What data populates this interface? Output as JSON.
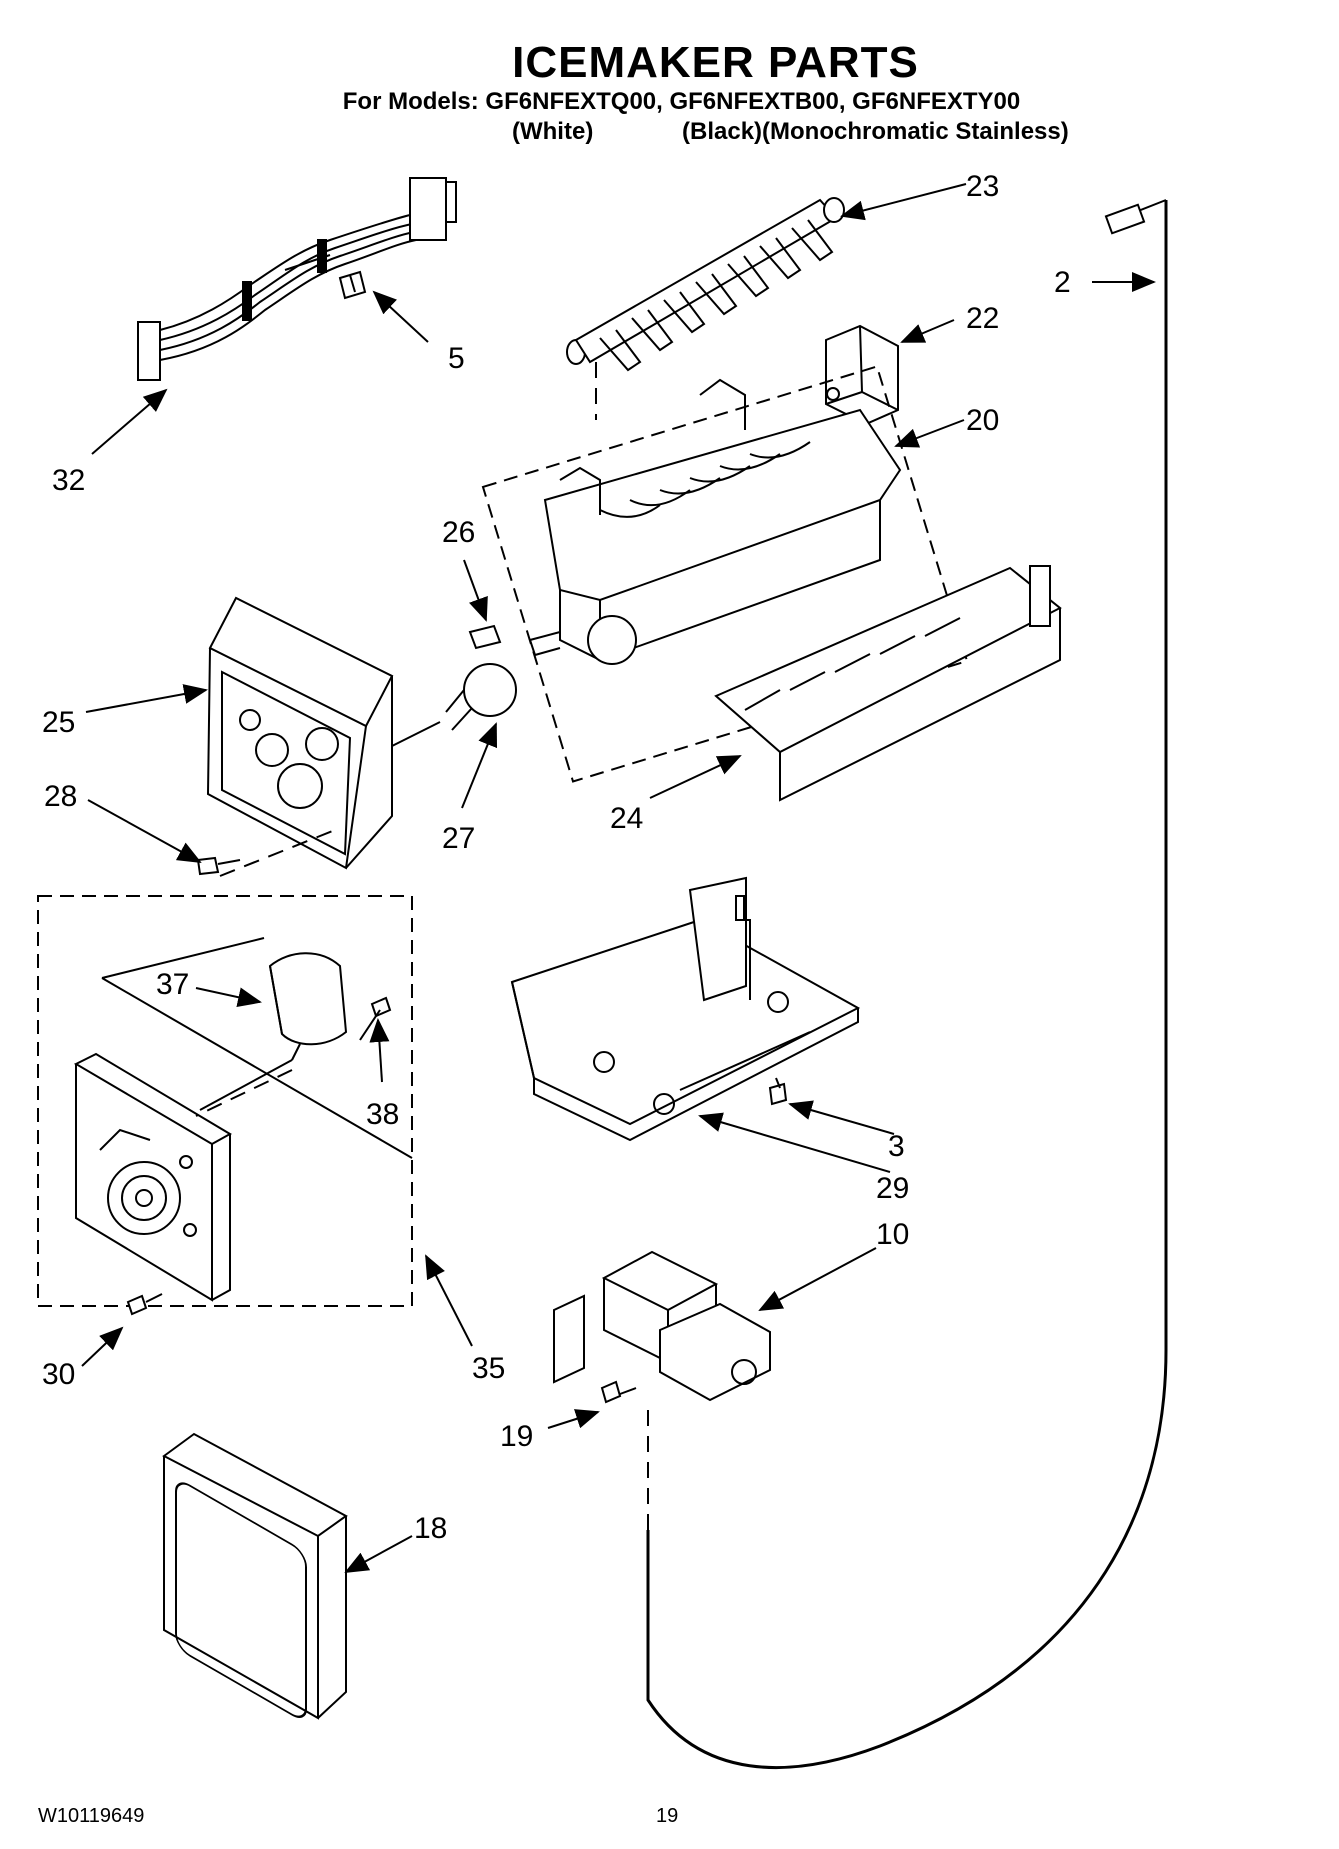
{
  "header": {
    "title": "ICEMAKER PARTS",
    "models_line": "For Models: GF6NFEXTQ00, GF6NFEXTB00, GF6NFEXTY00",
    "variant_white": "(White)",
    "variant_black_stainless": "(Black)(Monochromatic Stainless)"
  },
  "footer": {
    "document_number": "W10119649",
    "page_number": "19"
  },
  "callouts": [
    "23",
    "2",
    "22",
    "5",
    "20",
    "32",
    "26",
    "25",
    "28",
    "27",
    "24",
    "37",
    "38",
    "3",
    "29",
    "10",
    "30",
    "35",
    "19",
    "18"
  ]
}
